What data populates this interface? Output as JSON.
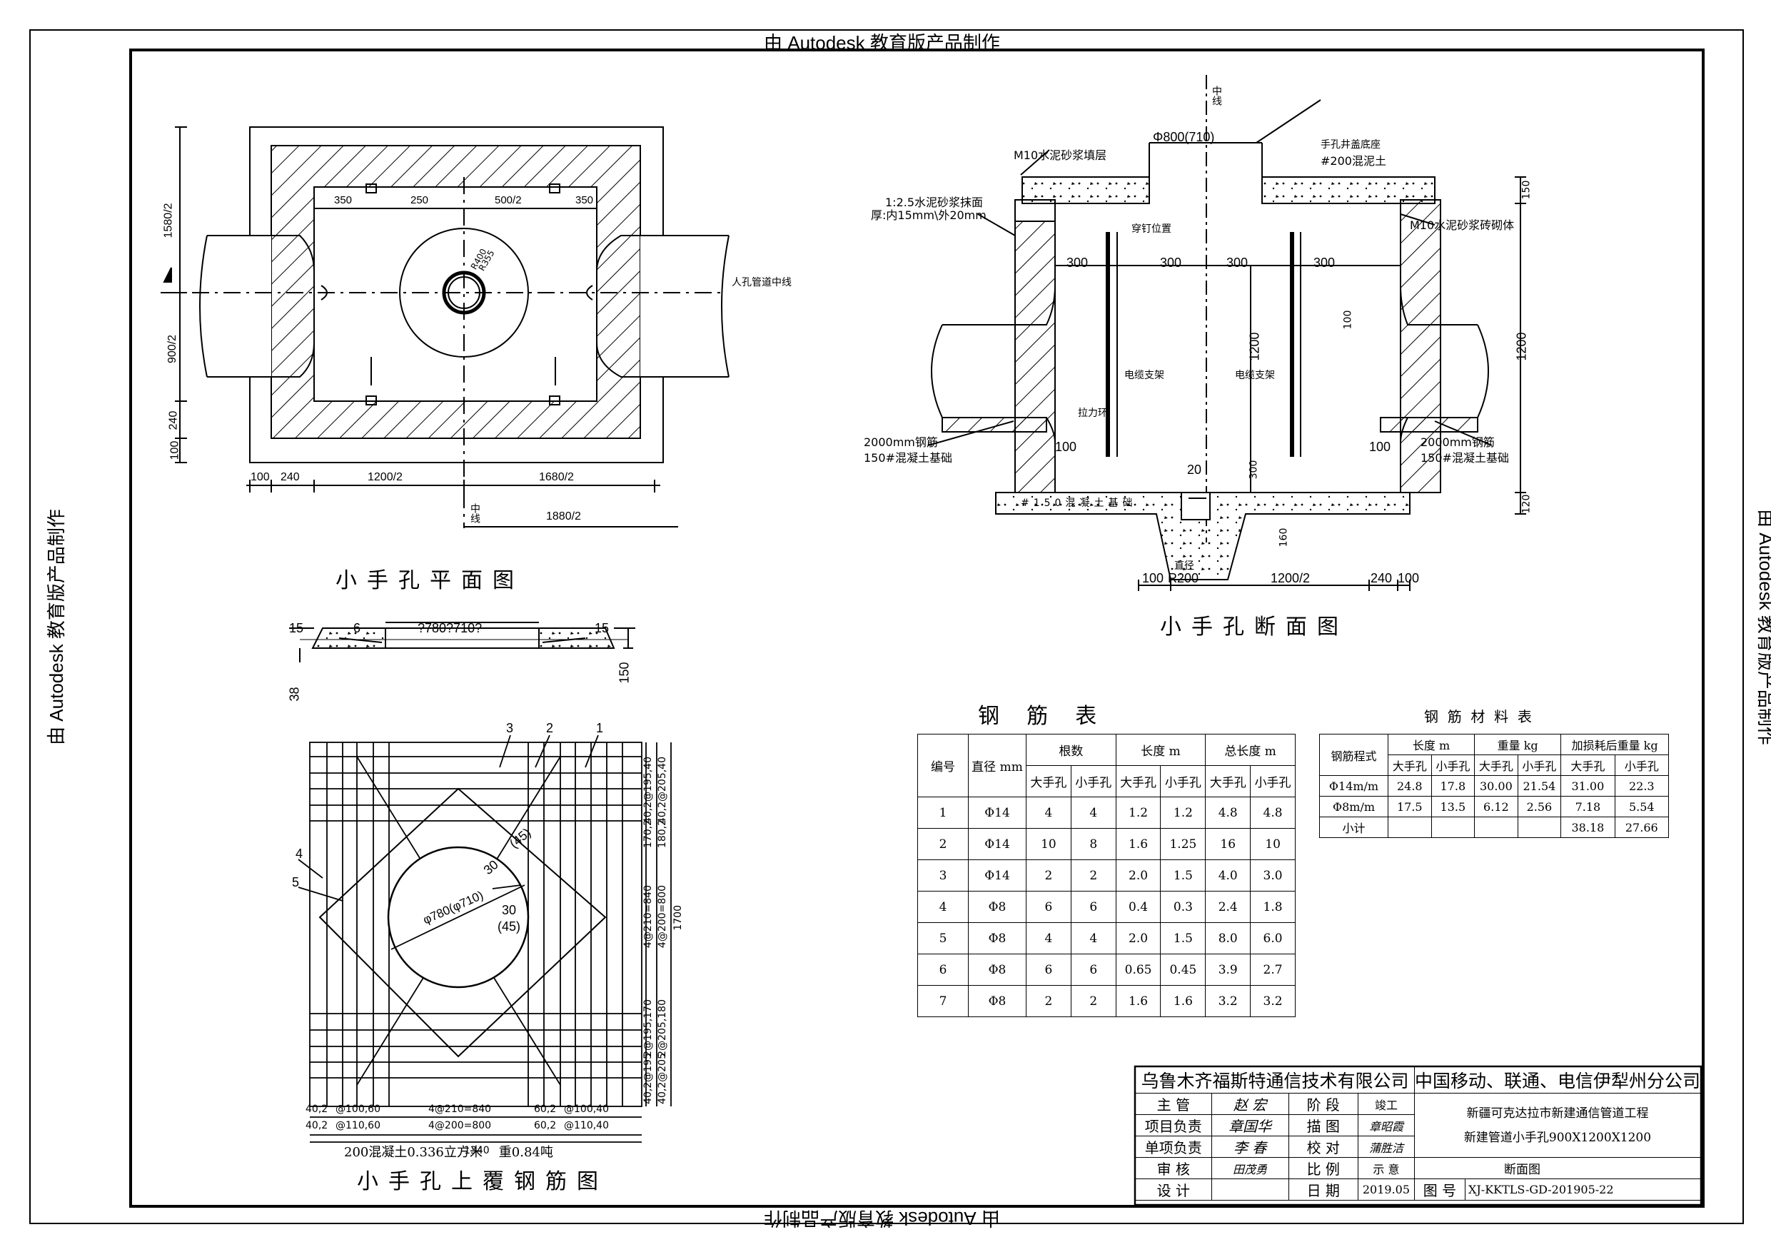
{
  "watermark": "由 Autodesk 教育版产品制作",
  "plan": {
    "title": "小手孔平面图",
    "dims_top": [
      "350",
      "250",
      "500/2",
      "350"
    ],
    "dims_left": [
      "1580/2",
      "900/2",
      "240",
      "100"
    ],
    "dims_bottom": [
      "100",
      "240",
      "1200/2",
      "1680/2"
    ],
    "dim_total": "1880/2",
    "centerline": "中线",
    "pipe_label": "人孔管道中线",
    "r1": "R400",
    "r2": "R355"
  },
  "section": {
    "title": "小手孔断面图",
    "centerline": "中线",
    "lid_base": "手孔井盖底座",
    "lid_dim": "Φ800(710)",
    "m10_fill": "M10水泥砂浆填层",
    "m10_brick": "M10水泥砂浆砖砌体",
    "concrete_200": "#200混泥土",
    "plaster_1": "1:2.5水泥砂浆抹面",
    "plaster_2": "厚:内15mm\\外20mm",
    "nail": "穿钉位置",
    "cable_support": "电缆支架",
    "pull_ring": "拉力环",
    "rebar_2000_l": "2000mm钢筋",
    "base_150_l": "150#混凝土基础",
    "rebar_2000_r": "2000mm钢筋",
    "base_150_r": "150#混凝土基础",
    "base_slab": "#150混凝土基础",
    "drain": "直径",
    "dims_300": [
      "300",
      "300",
      "300",
      "300"
    ],
    "dim_1200_v": "1200",
    "dim_1200_r": "1200",
    "dim_150": "150",
    "dim_120": "120",
    "dim_100a": "100",
    "dim_100b": "100",
    "dim_100c": "100",
    "dim_300v": "300",
    "dim_20": "20",
    "dim_160": "160",
    "dims_bottom": [
      "100",
      "R200",
      "1200/2",
      "240",
      "100"
    ]
  },
  "lid_section": {
    "d15a": "15",
    "d6": "6",
    "top": "?780?710?",
    "d15b": "15",
    "d150": "150",
    "d38": "38"
  },
  "rebar_plan": {
    "title": "小手孔上覆钢筋图",
    "caption": "200混凝土0.336立方米    重0.84吨",
    "callouts": [
      "3",
      "2",
      "1",
      "4",
      "5"
    ],
    "circle": "φ780(φ710)",
    "a1": "30",
    "a2": "(45)",
    "a3": "30",
    "a4": "(45)",
    "right_dims": [
      "40,2@195,40",
      "40,2@205,40",
      "170,2",
      "180,2",
      "4@210=840",
      "4@200=800",
      "1700",
      "2@195,170",
      "2@205,180",
      "40,2@195",
      "40,2@205"
    ],
    "bottom_row1": [
      "40,2",
      "@100,60",
      "4@210=840",
      "60,2",
      "@100,40"
    ],
    "bottom_row2": [
      "40,2",
      "@110,60",
      "4@200=800",
      "60,2",
      "@110,40"
    ],
    "bottom_total": "1340"
  },
  "steel_table": {
    "title": "钢    筋    表",
    "headers": [
      "编号",
      "直径 mm",
      "根数",
      "长度 m",
      "总长度 m"
    ],
    "sub": [
      "大手孔",
      "小手孔",
      "大手孔",
      "小手孔",
      "大手孔",
      "小手孔"
    ],
    "rows": [
      [
        "1",
        "Φ14",
        "4",
        "4",
        "1.2",
        "1.2",
        "4.8",
        "4.8"
      ],
      [
        "2",
        "Φ14",
        "10",
        "8",
        "1.6",
        "1.25",
        "16",
        "10"
      ],
      [
        "3",
        "Φ14",
        "2",
        "2",
        "2.0",
        "1.5",
        "4.0",
        "3.0"
      ],
      [
        "4",
        "Φ8",
        "6",
        "6",
        "0.4",
        "0.3",
        "2.4",
        "1.8"
      ],
      [
        "5",
        "Φ8",
        "4",
        "4",
        "2.0",
        "1.5",
        "8.0",
        "6.0"
      ],
      [
        "6",
        "Φ8",
        "6",
        "6",
        "0.65",
        "0.45",
        "3.9",
        "2.7"
      ],
      [
        "7",
        "Φ8",
        "2",
        "2",
        "1.6",
        "1.6",
        "3.2",
        "3.2"
      ]
    ]
  },
  "material_table": {
    "title": "钢  筋  材  料  表",
    "headers": [
      "钢筋程式",
      "长度 m",
      "重量 kg",
      "加损耗后重量 kg"
    ],
    "sub": [
      "大手孔",
      "小手孔",
      "大手孔",
      "小手孔",
      "大手孔",
      "小手孔"
    ],
    "rows": [
      [
        "Φ14m/m",
        "24.8",
        "17.8",
        "30.00",
        "21.54",
        "31.00",
        "22.3"
      ],
      [
        "Φ8m/m",
        "17.5",
        "13.5",
        "6.12",
        "2.56",
        "7.18",
        "5.54"
      ],
      [
        "小计",
        "",
        "",
        "",
        "",
        "38.18",
        "27.66"
      ]
    ]
  },
  "title_block": {
    "company_left": "乌鲁木齐福斯特通信技术有限公司",
    "company_right": "中国移动、联通、电信伊犁州分公司",
    "roles": [
      "主    管",
      "项目负责",
      "单项负责",
      "审    核",
      "设    计"
    ],
    "signatures": [
      "赵 宏",
      "章国华",
      "李 春",
      "田茂勇",
      ""
    ],
    "fields": [
      "阶    段",
      "描    图",
      "校    对",
      "比    例",
      "日    期"
    ],
    "field_values": [
      "竣工",
      "章昭霞",
      "蒲胜洁",
      "示  意",
      "2019.05"
    ],
    "project_1": "新疆可克达拉市新建通信管道工程",
    "project_2": "新建管道小手孔900X1200X1200",
    "drawing_name": "断面图",
    "drawing_no_label": "图  号",
    "drawing_no": "XJ-KKTLS-GD-201905-22"
  }
}
